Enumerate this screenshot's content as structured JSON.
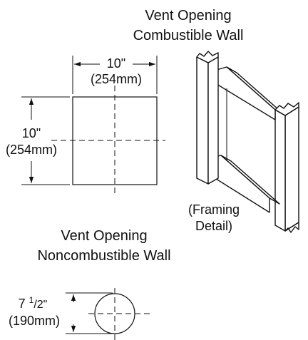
{
  "combustible": {
    "title_line1": "Vent Opening",
    "title_line2": "Combustible Wall",
    "width_in": "10\"",
    "width_mm": "(254mm)",
    "height_in": "10\"",
    "height_mm": "(254mm)"
  },
  "framing": {
    "line1": "(Framing",
    "line2": "Detail)"
  },
  "noncombustible": {
    "title_line1": "Vent Opening",
    "title_line2": "Noncombustible Wall",
    "diameter_whole": "7 ",
    "diameter_num": "1",
    "diameter_den": "/2\"",
    "diameter_mm": "(190mm)"
  }
}
